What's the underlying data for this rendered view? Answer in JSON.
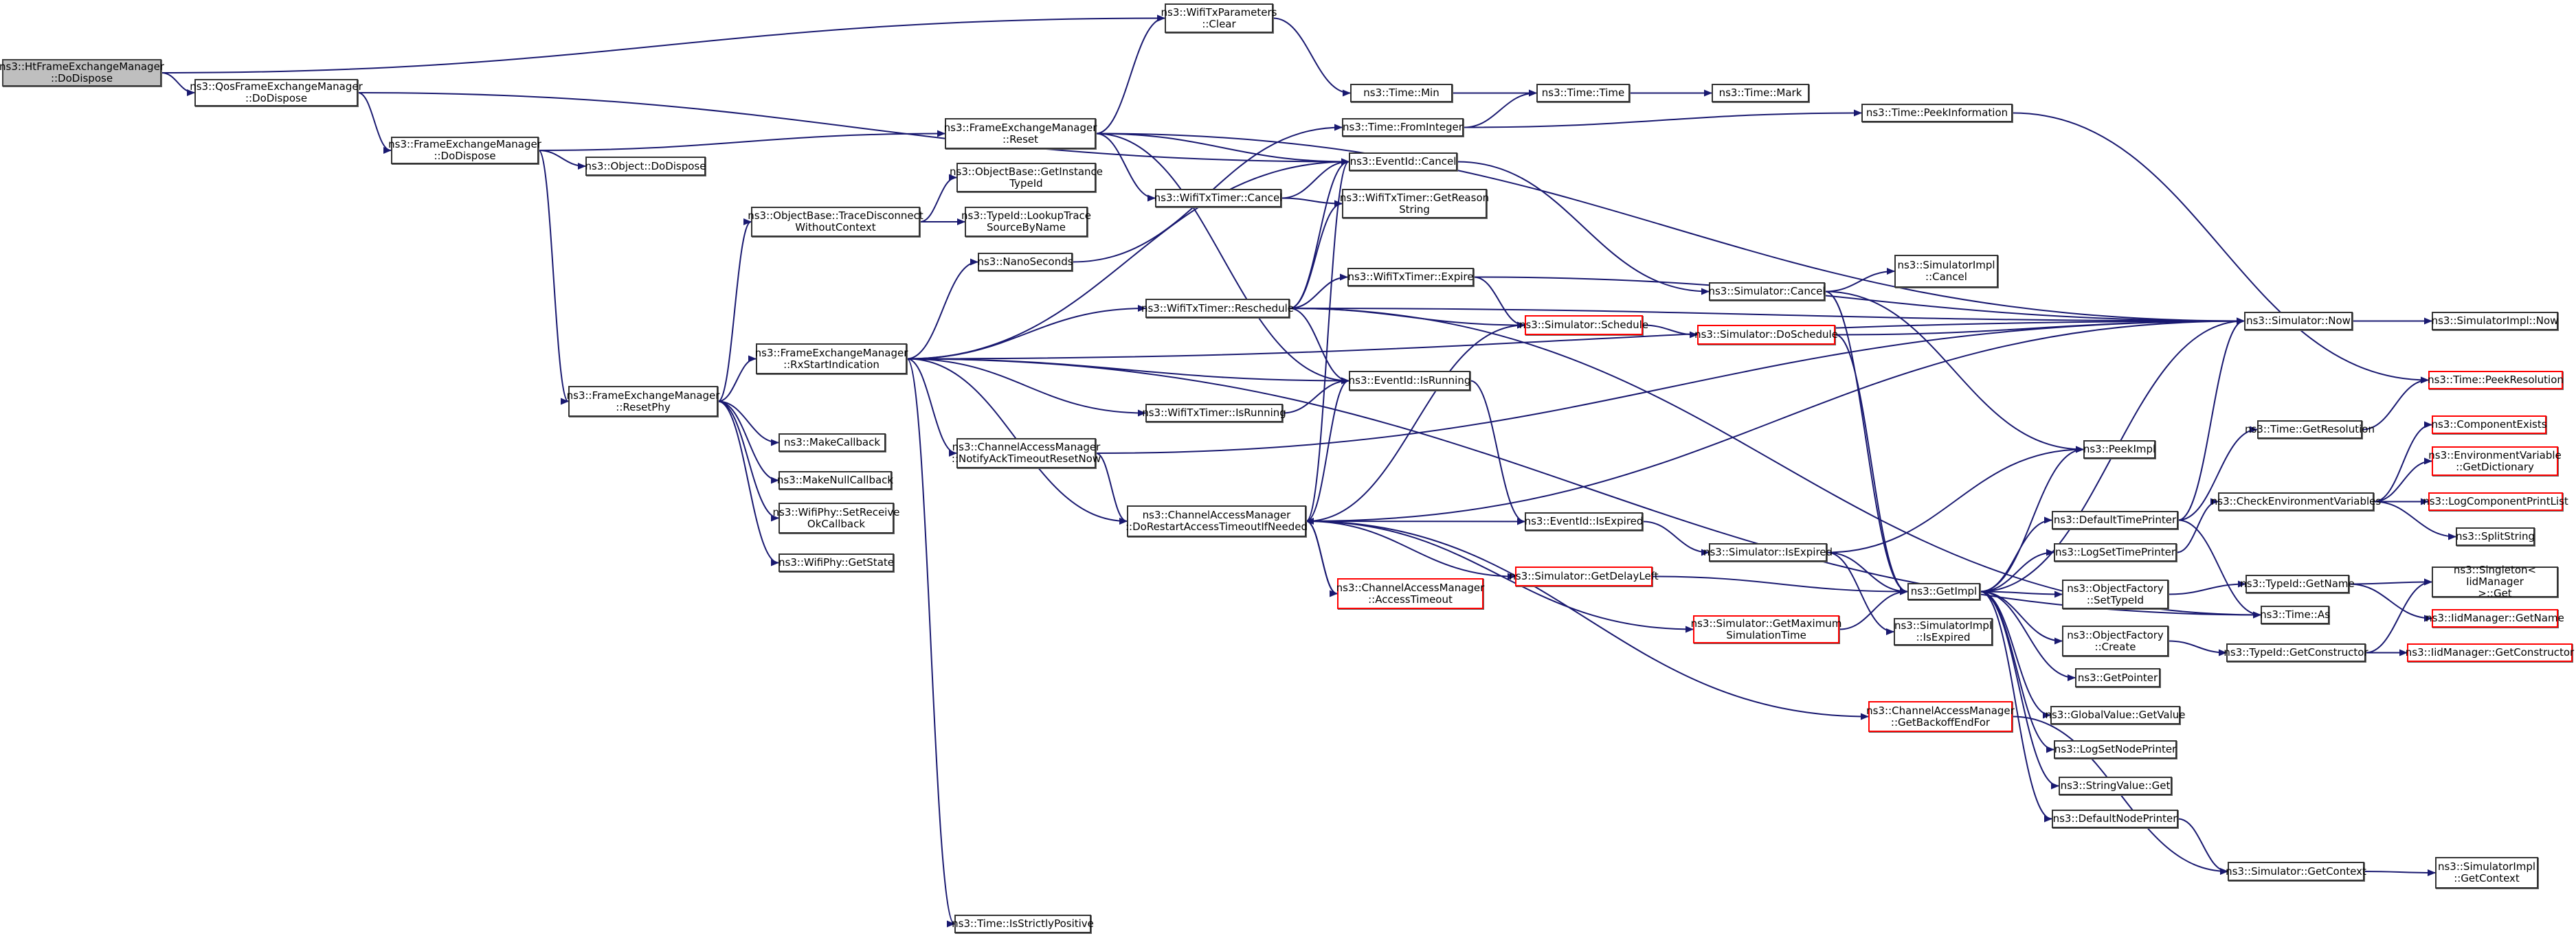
{
  "graph": {
    "title": "Call graph of ns3::HtFrameExchangeManager::DoDispose",
    "edge_color": "#191970",
    "root_fill": "#bfbfbf",
    "truncated_border": "#ff0000",
    "nodes": [
      {
        "id": "n1",
        "label": "ns3::HtFrameExchangeManager\n::DoDispose",
        "kind": "root"
      },
      {
        "id": "n2",
        "label": "ns3::QosFrameExchangeManager\n::DoDispose",
        "kind": "normal"
      },
      {
        "id": "n3",
        "label": "ns3::FrameExchangeManager\n::DoDispose",
        "kind": "normal"
      },
      {
        "id": "n4",
        "label": "ns3::Object::DoDispose",
        "kind": "normal"
      },
      {
        "id": "n5",
        "label": "ns3::WifiTxParameters\n::Clear",
        "kind": "normal"
      },
      {
        "id": "n6",
        "label": "ns3::Time::Min",
        "kind": "normal"
      },
      {
        "id": "n7",
        "label": "ns3::Time::Time",
        "kind": "normal"
      },
      {
        "id": "n8",
        "label": "ns3::Time::Mark",
        "kind": "normal"
      },
      {
        "id": "n9",
        "label": "ns3::FrameExchangeManager\n::Reset",
        "kind": "normal"
      },
      {
        "id": "n10",
        "label": "ns3::Time::FromInteger",
        "kind": "normal"
      },
      {
        "id": "n11",
        "label": "ns3::Time::PeekInformation",
        "kind": "normal"
      },
      {
        "id": "n12",
        "label": "ns3::EventId::Cancel",
        "kind": "normal"
      },
      {
        "id": "n13",
        "label": "ns3::ObjectBase::GetInstance\nTypeId",
        "kind": "normal"
      },
      {
        "id": "n14",
        "label": "ns3::WifiTxTimer::Cancel",
        "kind": "normal"
      },
      {
        "id": "n15",
        "label": "ns3::WifiTxTimer::GetReason\nString",
        "kind": "normal"
      },
      {
        "id": "n16",
        "label": "ns3::ObjectBase::TraceDisconnect\nWithoutContext",
        "kind": "normal"
      },
      {
        "id": "n17",
        "label": "ns3::TypeId::LookupTrace\nSourceByName",
        "kind": "normal"
      },
      {
        "id": "n18",
        "label": "ns3::NanoSeconds",
        "kind": "normal"
      },
      {
        "id": "n19",
        "label": "ns3::WifiTxTimer::Expire",
        "kind": "normal"
      },
      {
        "id": "n20",
        "label": "ns3::SimulatorImpl\n::Cancel",
        "kind": "normal"
      },
      {
        "id": "n21",
        "label": "ns3::Simulator::Cancel",
        "kind": "normal"
      },
      {
        "id": "n22",
        "label": "ns3::WifiTxTimer::Reschedule",
        "kind": "normal"
      },
      {
        "id": "n23",
        "label": "ns3::Simulator::Schedule",
        "kind": "truncated"
      },
      {
        "id": "n24",
        "label": "ns3::Simulator::DoSchedule",
        "kind": "truncated"
      },
      {
        "id": "n25",
        "label": "ns3::Simulator::Now",
        "kind": "normal"
      },
      {
        "id": "n26",
        "label": "ns3::SimulatorImpl::Now",
        "kind": "normal"
      },
      {
        "id": "n27",
        "label": "ns3::FrameExchangeManager\n::RxStartIndication",
        "kind": "normal"
      },
      {
        "id": "n28",
        "label": "ns3::Time::PeekResolution",
        "kind": "truncated"
      },
      {
        "id": "n29",
        "label": "ns3::EventId::IsRunning",
        "kind": "normal"
      },
      {
        "id": "n30",
        "label": "ns3::FrameExchangeManager\n::ResetPhy",
        "kind": "normal"
      },
      {
        "id": "n31",
        "label": "ns3::WifiTxTimer::IsRunning",
        "kind": "normal"
      },
      {
        "id": "n32",
        "label": "ns3::Time::GetResolution",
        "kind": "normal"
      },
      {
        "id": "n33",
        "label": "ns3::ComponentExists",
        "kind": "truncated"
      },
      {
        "id": "n34",
        "label": "ns3::MakeCallback",
        "kind": "normal"
      },
      {
        "id": "n35",
        "label": "ns3::PeekImpl",
        "kind": "normal"
      },
      {
        "id": "n36",
        "label": "ns3::EnvironmentVariable\n::GetDictionary",
        "kind": "truncated"
      },
      {
        "id": "n37",
        "label": "ns3::ChannelAccessManager\n::NotifyAckTimeoutResetNow",
        "kind": "normal"
      },
      {
        "id": "n38",
        "label": "ns3::MakeNullCallback",
        "kind": "normal"
      },
      {
        "id": "n39",
        "label": "ns3::LogComponentPrintList",
        "kind": "truncated"
      },
      {
        "id": "n40",
        "label": "ns3::CheckEnvironmentVariables",
        "kind": "normal"
      },
      {
        "id": "n41",
        "label": "ns3::WifiPhy::SetReceive\nOkCallback",
        "kind": "normal"
      },
      {
        "id": "n42",
        "label": "ns3::ChannelAccessManager\n::DoRestartAccessTimeoutIfNeeded",
        "kind": "normal"
      },
      {
        "id": "n43",
        "label": "ns3::EventId::IsExpired",
        "kind": "normal"
      },
      {
        "id": "n44",
        "label": "ns3::DefaultTimePrinter",
        "kind": "normal"
      },
      {
        "id": "n45",
        "label": "ns3::SplitString",
        "kind": "normal"
      },
      {
        "id": "n46",
        "label": "ns3::WifiPhy::GetState",
        "kind": "normal"
      },
      {
        "id": "n47",
        "label": "ns3::LogSetTimePrinter",
        "kind": "normal"
      },
      {
        "id": "n48",
        "label": "ns3::Simulator::IsExpired",
        "kind": "normal"
      },
      {
        "id": "n49",
        "label": "ns3::Simulator::GetDelayLeft",
        "kind": "truncated"
      },
      {
        "id": "n50",
        "label": "ns3::GetImpl",
        "kind": "normal"
      },
      {
        "id": "n51",
        "label": "ns3::Singleton< IidManager\n>::Get",
        "kind": "normal"
      },
      {
        "id": "n52",
        "label": "ns3::TypeId::GetName",
        "kind": "normal"
      },
      {
        "id": "n53",
        "label": "ns3::ChannelAccessManager\n::AccessTimeout",
        "kind": "truncated"
      },
      {
        "id": "n54",
        "label": "ns3::ObjectFactory\n::SetTypeId",
        "kind": "normal"
      },
      {
        "id": "n55",
        "label": "ns3::Simulator::GetMaximum\nSimulationTime",
        "kind": "truncated"
      },
      {
        "id": "n56",
        "label": "ns3::Time::As",
        "kind": "normal"
      },
      {
        "id": "n57",
        "label": "ns3::IidManager::GetName",
        "kind": "truncated"
      },
      {
        "id": "n58",
        "label": "ns3::SimulatorImpl\n::IsExpired",
        "kind": "normal"
      },
      {
        "id": "n59",
        "label": "ns3::ObjectFactory\n::Create",
        "kind": "normal"
      },
      {
        "id": "n60",
        "label": "ns3::TypeId::GetConstructor",
        "kind": "normal"
      },
      {
        "id": "n61",
        "label": "ns3::IidManager::GetConstructor",
        "kind": "truncated"
      },
      {
        "id": "n62",
        "label": "ns3::GetPointer",
        "kind": "normal"
      },
      {
        "id": "n63",
        "label": "ns3::GlobalValue::GetValue",
        "kind": "normal"
      },
      {
        "id": "n64",
        "label": "ns3::ChannelAccessManager\n::GetBackoffEndFor",
        "kind": "truncated"
      },
      {
        "id": "n65",
        "label": "ns3::LogSetNodePrinter",
        "kind": "normal"
      },
      {
        "id": "n66",
        "label": "ns3::StringValue::Get",
        "kind": "normal"
      },
      {
        "id": "n67",
        "label": "ns3::DefaultNodePrinter",
        "kind": "normal"
      },
      {
        "id": "n68",
        "label": "ns3::Simulator::GetContext",
        "kind": "normal"
      },
      {
        "id": "n69",
        "label": "ns3::SimulatorImpl\n::GetContext",
        "kind": "normal"
      },
      {
        "id": "n70",
        "label": "ns3::Time::IsStrictlyPositive",
        "kind": "normal"
      }
    ],
    "edges": [
      [
        "n1",
        "n2"
      ],
      [
        "n1",
        "n5"
      ],
      [
        "n2",
        "n3"
      ],
      [
        "n2",
        "n12"
      ],
      [
        "n3",
        "n4"
      ],
      [
        "n3",
        "n9"
      ],
      [
        "n3",
        "n30"
      ],
      [
        "n5",
        "n6"
      ],
      [
        "n6",
        "n7"
      ],
      [
        "n7",
        "n8"
      ],
      [
        "n9",
        "n5"
      ],
      [
        "n9",
        "n12"
      ],
      [
        "n9",
        "n14"
      ],
      [
        "n9",
        "n25"
      ],
      [
        "n9",
        "n29"
      ],
      [
        "n10",
        "n7"
      ],
      [
        "n10",
        "n11"
      ],
      [
        "n11",
        "n28"
      ],
      [
        "n12",
        "n21"
      ],
      [
        "n14",
        "n12"
      ],
      [
        "n14",
        "n15"
      ],
      [
        "n16",
        "n13"
      ],
      [
        "n16",
        "n17"
      ],
      [
        "n18",
        "n10"
      ],
      [
        "n19",
        "n23"
      ],
      [
        "n19",
        "n25"
      ],
      [
        "n21",
        "n20"
      ],
      [
        "n21",
        "n35"
      ],
      [
        "n21",
        "n50"
      ],
      [
        "n22",
        "n12"
      ],
      [
        "n22",
        "n15"
      ],
      [
        "n22",
        "n19"
      ],
      [
        "n22",
        "n23"
      ],
      [
        "n22",
        "n29"
      ],
      [
        "n22",
        "n25"
      ],
      [
        "n22",
        "n56"
      ],
      [
        "n23",
        "n24"
      ],
      [
        "n24",
        "n25"
      ],
      [
        "n24",
        "n50"
      ],
      [
        "n25",
        "n26"
      ],
      [
        "n27",
        "n12"
      ],
      [
        "n27",
        "n18"
      ],
      [
        "n27",
        "n22"
      ],
      [
        "n27",
        "n29"
      ],
      [
        "n27",
        "n31"
      ],
      [
        "n27",
        "n37"
      ],
      [
        "n27",
        "n42"
      ],
      [
        "n27",
        "n25"
      ],
      [
        "n27",
        "n70"
      ],
      [
        "n27",
        "n56"
      ],
      [
        "n30",
        "n16"
      ],
      [
        "n30",
        "n27"
      ],
      [
        "n30",
        "n34"
      ],
      [
        "n30",
        "n38"
      ],
      [
        "n30",
        "n41"
      ],
      [
        "n30",
        "n46"
      ],
      [
        "n31",
        "n29"
      ],
      [
        "n32",
        "n28"
      ],
      [
        "n29",
        "n43"
      ],
      [
        "n37",
        "n25"
      ],
      [
        "n37",
        "n42"
      ],
      [
        "n40",
        "n33"
      ],
      [
        "n40",
        "n36"
      ],
      [
        "n40",
        "n39"
      ],
      [
        "n40",
        "n45"
      ],
      [
        "n42",
        "n12"
      ],
      [
        "n42",
        "n23"
      ],
      [
        "n42",
        "n29"
      ],
      [
        "n42",
        "n43"
      ],
      [
        "n42",
        "n49"
      ],
      [
        "n42",
        "n53"
      ],
      [
        "n42",
        "n55"
      ],
      [
        "n42",
        "n64"
      ],
      [
        "n42",
        "n25"
      ],
      [
        "n43",
        "n48"
      ],
      [
        "n44",
        "n25"
      ],
      [
        "n44",
        "n32"
      ],
      [
        "n44",
        "n56"
      ],
      [
        "n47",
        "n40"
      ],
      [
        "n48",
        "n35"
      ],
      [
        "n48",
        "n50"
      ],
      [
        "n48",
        "n58"
      ],
      [
        "n49",
        "n50"
      ],
      [
        "n50",
        "n35"
      ],
      [
        "n50",
        "n44"
      ],
      [
        "n50",
        "n47"
      ],
      [
        "n50",
        "n54"
      ],
      [
        "n50",
        "n59"
      ],
      [
        "n50",
        "n62"
      ],
      [
        "n50",
        "n63"
      ],
      [
        "n50",
        "n65"
      ],
      [
        "n50",
        "n66"
      ],
      [
        "n50",
        "n67"
      ],
      [
        "n50",
        "n25"
      ],
      [
        "n52",
        "n51"
      ],
      [
        "n52",
        "n57"
      ],
      [
        "n53",
        "n42"
      ],
      [
        "n54",
        "n52"
      ],
      [
        "n55",
        "n50"
      ],
      [
        "n59",
        "n60"
      ],
      [
        "n60",
        "n51"
      ],
      [
        "n60",
        "n61"
      ],
      [
        "n64",
        "n68"
      ],
      [
        "n67",
        "n68"
      ],
      [
        "n68",
        "n69"
      ]
    ]
  }
}
